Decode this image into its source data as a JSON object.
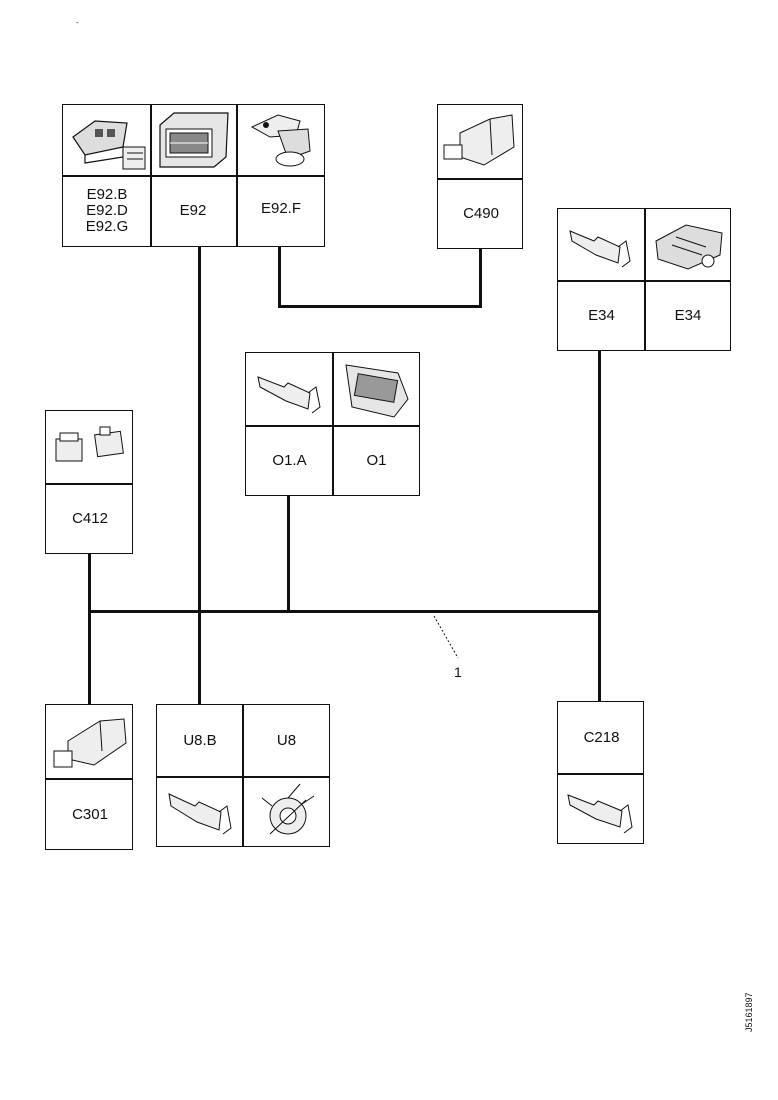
{
  "marks": {
    "tick": "-",
    "callout": "1",
    "ref": "J5161897"
  },
  "connectors": {
    "e92_group": {
      "left_label": "E92.B\nE92.D\nE92.G",
      "mid_label": "E92",
      "right_label": "E92.F"
    },
    "c490": {
      "label": "C490"
    },
    "e34": {
      "left_label": "E34",
      "right_label": "E34"
    },
    "o1": {
      "left_label": "O1.A",
      "right_label": "O1"
    },
    "c412": {
      "label": "C412"
    },
    "c301": {
      "label": "C301"
    },
    "u8": {
      "left_label": "U8.B",
      "right_label": "U8"
    },
    "c218": {
      "label": "C218"
    }
  },
  "icons": [
    "connector-housing-icon",
    "multi-pin-connector-icon",
    "terminal-pin-icon",
    "sensor-icon"
  ]
}
